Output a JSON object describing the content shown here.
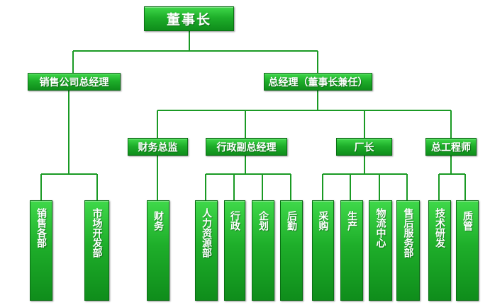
{
  "root": "董事长",
  "level1": [
    "销售公司总经理",
    "总经理（董事长兼任）"
  ],
  "level2": [
    "财务总监",
    "行政副总经理",
    "厂长",
    "总工程师"
  ],
  "departments": [
    {
      "key": "sales",
      "text": "销售各部"
    },
    {
      "key": "market",
      "text": "市场开发部"
    },
    {
      "key": "finance",
      "text": "财务"
    },
    {
      "key": "hr",
      "text": "人力资源部"
    },
    {
      "key": "admin",
      "text": "行政"
    },
    {
      "key": "planning",
      "text": "企划"
    },
    {
      "key": "logistics",
      "text": "后勤"
    },
    {
      "key": "purchase",
      "text": "采购"
    },
    {
      "key": "production",
      "text": "生产"
    },
    {
      "key": "logistics-center",
      "text": "物流中心"
    },
    {
      "key": "after-sales",
      "text": "售后服务部"
    },
    {
      "key": "tech-rd",
      "text": "技术研发"
    },
    {
      "key": "quality",
      "text": "质管"
    }
  ],
  "colors": {
    "box": "#1eae2a",
    "line": "#1a9a24",
    "text": "#ffffff"
  }
}
